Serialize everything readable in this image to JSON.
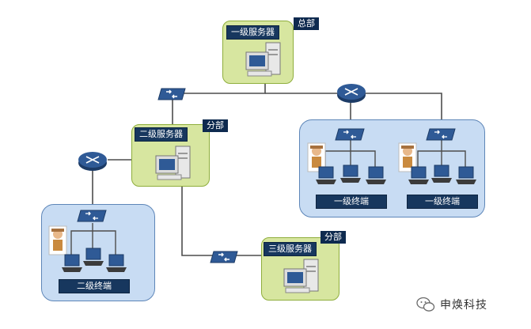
{
  "colors": {
    "server_box_fill": "#d7e6a0",
    "cluster_fill": "#c8dcf3",
    "label_fill": "#17375e",
    "device_blue": "#2f5a96"
  },
  "hq": {
    "server_label": "一级服务器",
    "tag": "总部"
  },
  "branch_a": {
    "server_label": "二级服务器",
    "tag": "分部"
  },
  "branch_b": {
    "server_label": "三级服务器",
    "tag": "分部"
  },
  "clusters": [
    {
      "label": "一级终端"
    },
    {
      "label": "一级终端"
    },
    {
      "label": "二级终端"
    }
  ],
  "icons": {
    "server": "server-computer-icon",
    "switch": "network-switch-icon",
    "router": "router-icon",
    "laptop": "laptop-icon",
    "user": "user-avatar-icon"
  },
  "watermark": {
    "text": "申焕科技",
    "icon": "wechat-icon"
  }
}
